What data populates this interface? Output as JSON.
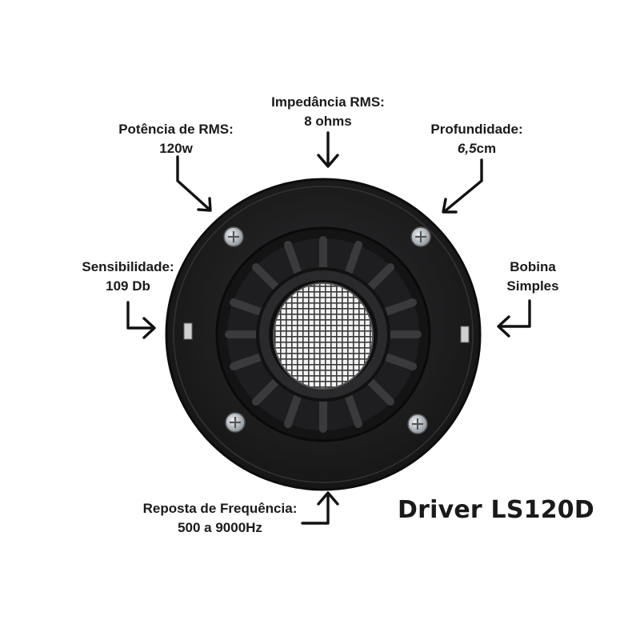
{
  "labels": {
    "impedance": {
      "line1": "Impedância RMS:",
      "line2": "8 ohms"
    },
    "power": {
      "line1": "Potência de RMS:",
      "line2": "120w"
    },
    "depth": {
      "line1": "Profundidade:",
      "line2": "6,5",
      "unit": "cm"
    },
    "sensitivity": {
      "line1": "Sensibilidade:",
      "line2": "109 Db"
    },
    "coil": {
      "line1": "Bobina",
      "line2": "Simples"
    },
    "frequency": {
      "line1": "Reposta de Frequência:",
      "line2": "500 a 9000Hz"
    }
  },
  "product": {
    "title": "Driver LS120D"
  },
  "colors": {
    "body": "#1c1c1e",
    "ring": "#2a2a2c",
    "mesh": "#d8d8d8",
    "arrow": "#111111",
    "screw": "#c9ced4"
  }
}
